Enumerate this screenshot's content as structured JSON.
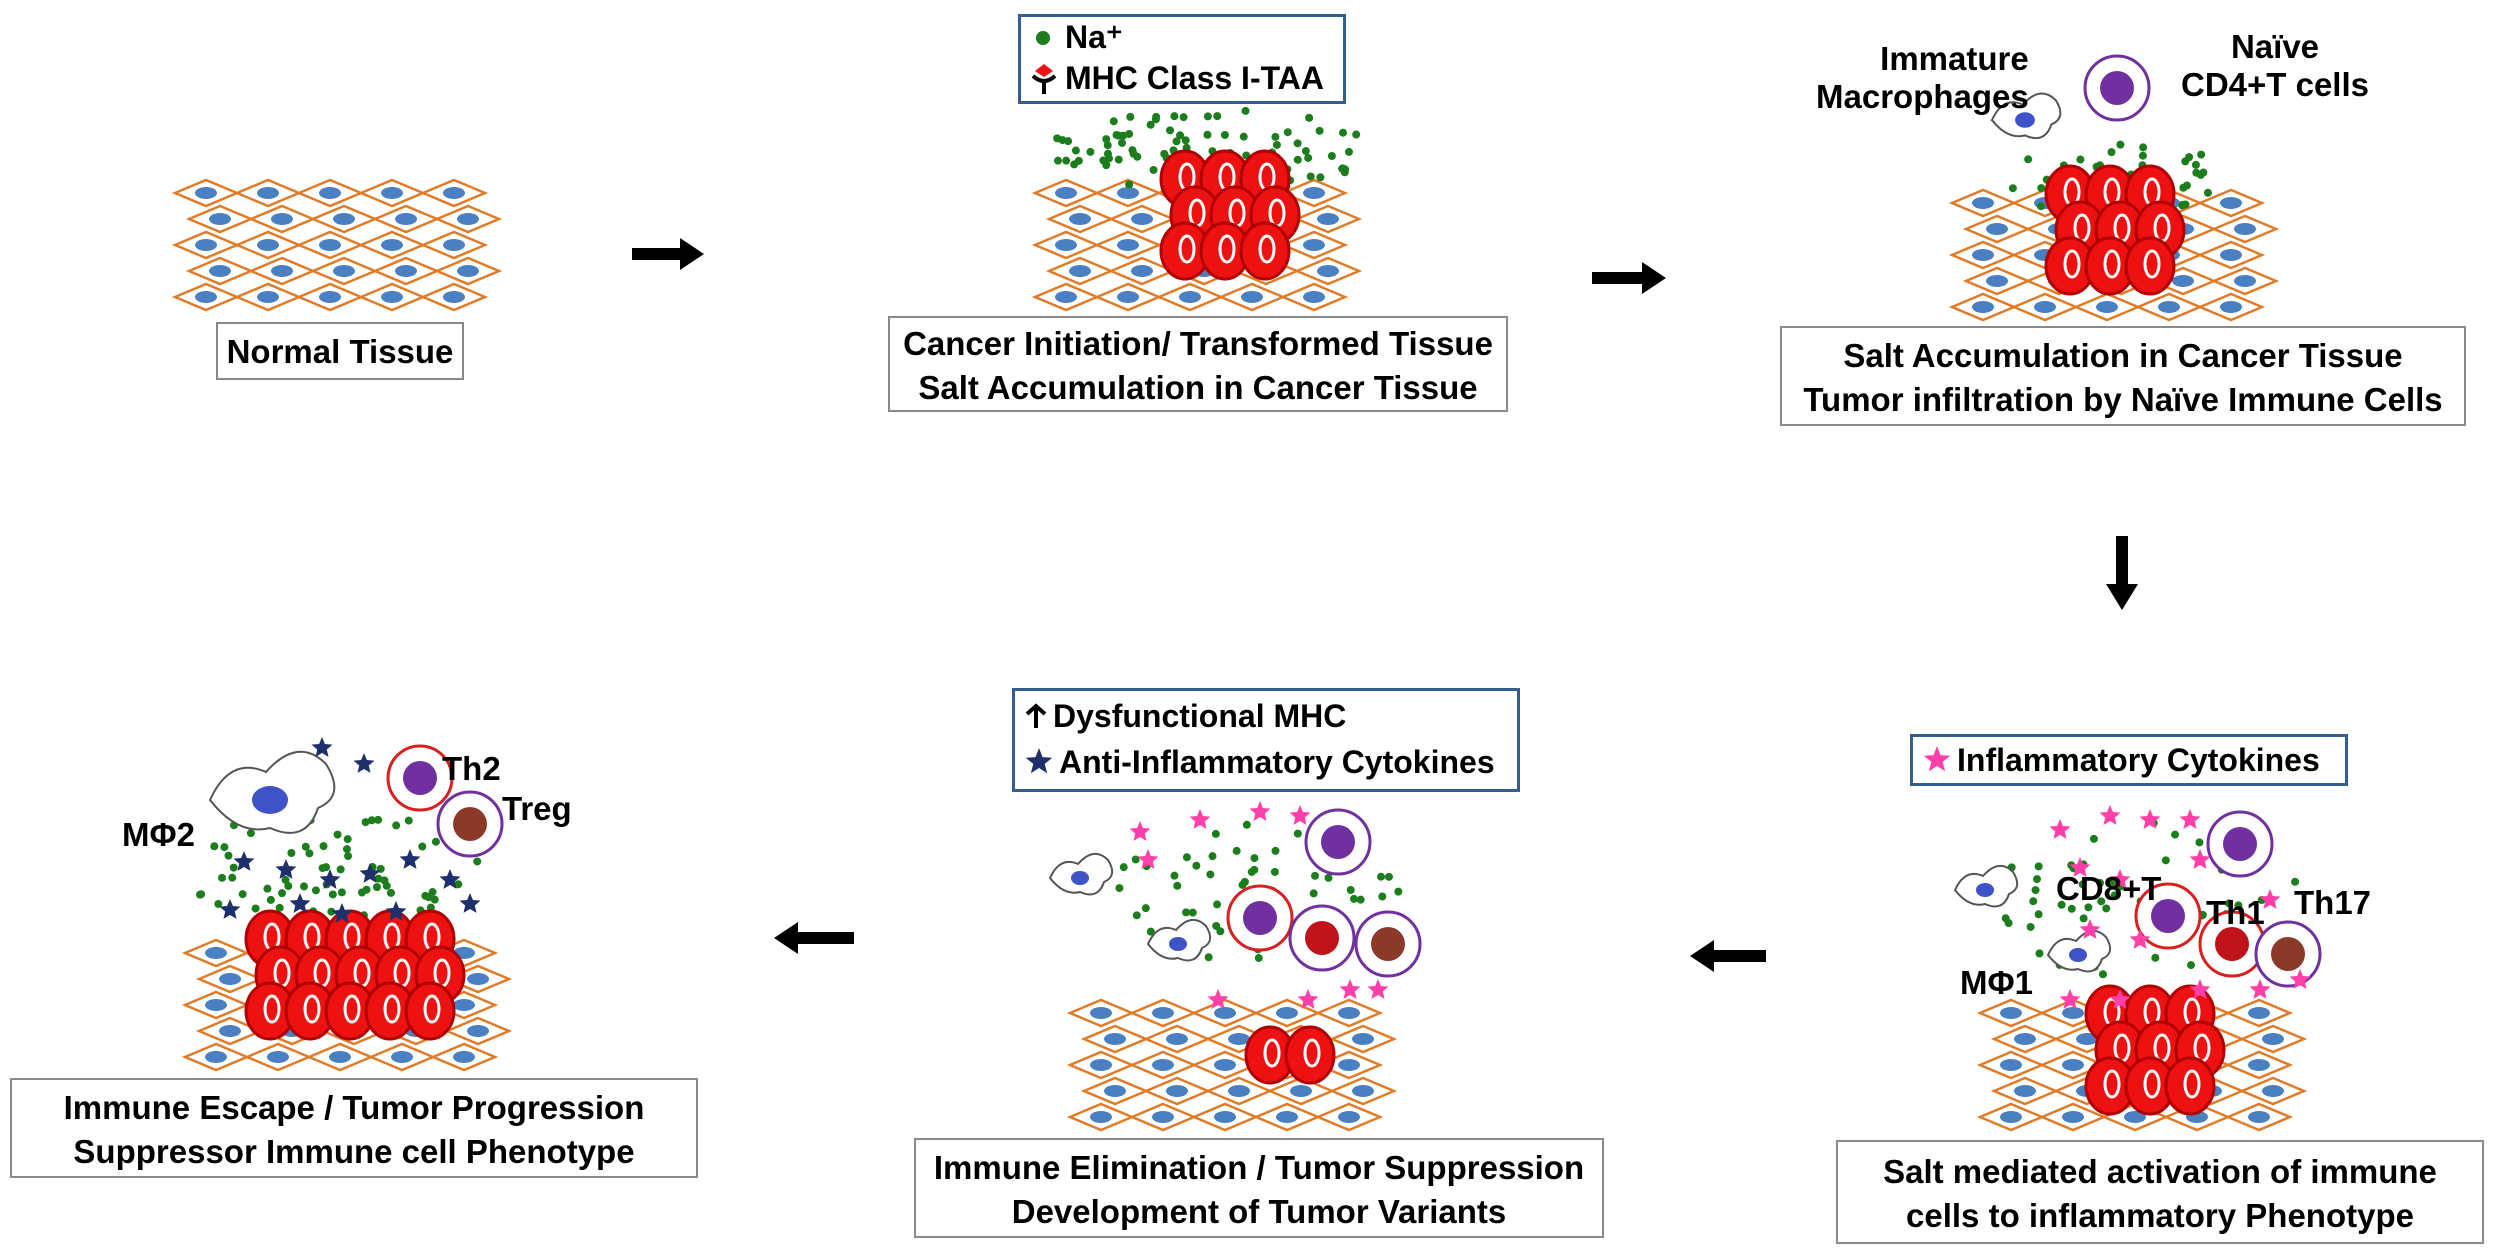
{
  "stages": {
    "s1": {
      "lines": [
        "Normal Tissue"
      ]
    },
    "s2": {
      "lines": [
        "Cancer Initiation/ Transformed Tissue",
        "Salt Accumulation in Cancer Tissue"
      ]
    },
    "s3": {
      "lines": [
        "Salt Accumulation in Cancer Tissue",
        "Tumor infiltration by Naïve Immune Cells"
      ]
    },
    "s4": {
      "lines": [
        "Salt mediated activation of immune",
        "cells to inflammatory Phenotype"
      ]
    },
    "s5": {
      "lines": [
        "Immune Elimination / Tumor  Suppression",
        "Development of Tumor Variants"
      ]
    },
    "s6": {
      "lines": [
        "Immune Escape / Tumor Progression",
        "Suppressor Immune cell Phenotype"
      ]
    }
  },
  "legends": {
    "na": "Na⁺",
    "mhc": "MHC Class I-TAA",
    "inflammatory": "Inflammatory  Cytokines",
    "dysfunctional": "Dysfunctional  MHC",
    "anti": "Anti-Inflammatory Cytokines"
  },
  "labels": {
    "immature_macrophages": [
      "Immature",
      "Macrophages"
    ],
    "naive_cd4": [
      "Naïve",
      "CD4+T cells"
    ],
    "cd8": "CD8+T",
    "th1": "Th1",
    "th17": "Th17",
    "mphi1": "MΦ1",
    "mphi2": "MΦ2",
    "th2": "Th2",
    "treg": "Treg"
  },
  "colors": {
    "tissue_line": "#e07b28",
    "nucleus": "#4a7fc1",
    "tumor_fill": "#ee1111",
    "na_dot": "#1c7d1c",
    "naive_cell": "#7030a0",
    "th1_cell": "#c0141a",
    "treg_cell": "#8b3a2a",
    "inflammatory_star": "#ff40a8",
    "anti_star": "#1f2f6b",
    "legend_border": "#355f8f",
    "receptor": "#3a6fb0"
  }
}
